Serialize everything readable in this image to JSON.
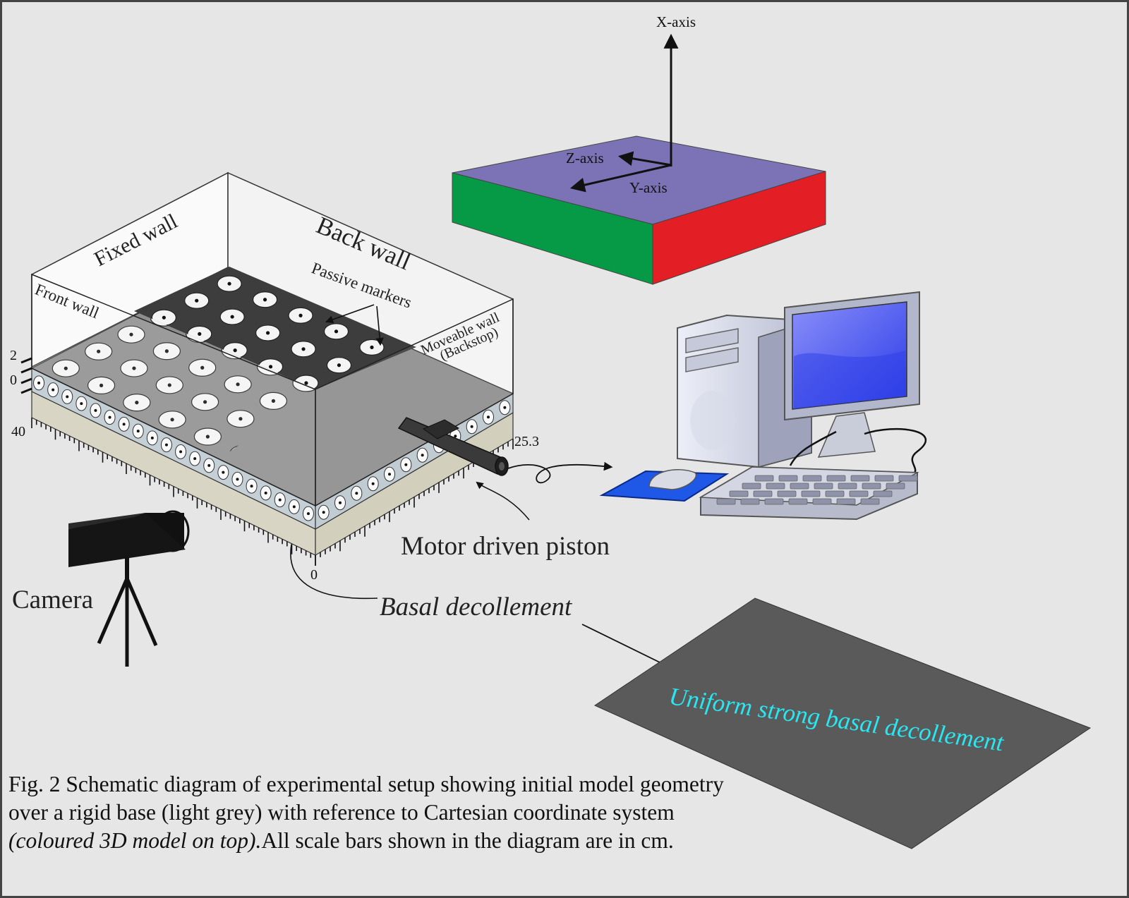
{
  "labels": {
    "x_axis": "X-axis",
    "z_axis": "Z-axis",
    "y_axis": "Y-axis",
    "fixed_wall": "Fixed wall",
    "back_wall": "Back wall",
    "front_wall": "Front wall",
    "passive_markers": "Passive markers",
    "moveable_wall_1": "Moveable wall",
    "moveable_wall_2": "(Backstop)",
    "motor_piston": "Motor driven piston",
    "camera": "Camera",
    "basal_decollement": "Basal decollement",
    "uniform_decollement": "Uniform strong basal decollement"
  },
  "scale": {
    "height_top": "2",
    "height_zero": "0",
    "width_value": "40",
    "length_value": "25.3",
    "origin_value": "0"
  },
  "caption": {
    "part1": "Fig. 2 Schematic diagram of experimental setup showing initial model geometry over a rigid base (light grey) with reference to Cartesian coordinate system ",
    "italic": "(coloured 3D model on top).",
    "part2": "All scale bars shown in the diagram are in cm."
  },
  "colors": {
    "background": "#e6e6e6",
    "cube_top": "#7c72b6",
    "cube_left": "#079a46",
    "cube_right": "#e41e25",
    "sand_top": "#8e8e8e",
    "sand_back": "#3d3d3d",
    "side_layer": "#c4cfd6",
    "rigid_base": "#d8d5c4",
    "decollement": "#5a5a5a",
    "decollement_text": "#2ae6f0",
    "screen": "#4a5cf5"
  },
  "icons": [
    "camera-icon",
    "computer-icon",
    "piston-icon",
    "axis-arrow-icon"
  ]
}
